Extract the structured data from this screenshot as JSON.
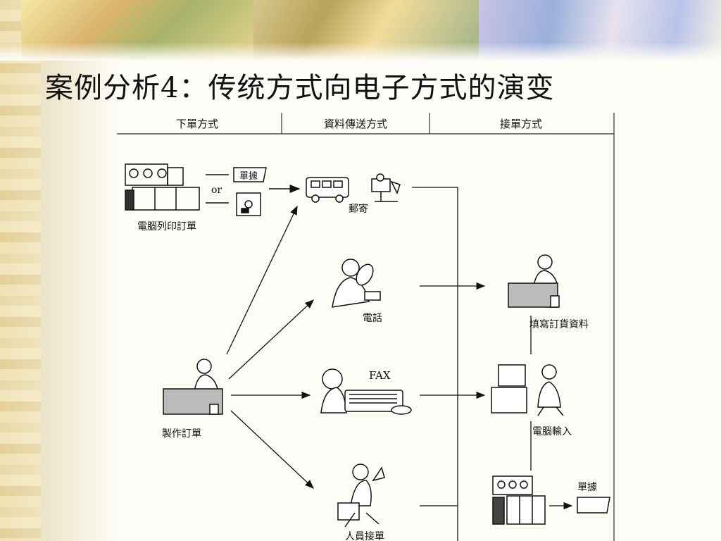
{
  "title": "案例分析4：传统方式向电子方式的演变",
  "columns": [
    "下單方式",
    "資料傳送方式",
    "接單方式"
  ],
  "labels": {
    "computer_print": "電腦列印訂單",
    "order_slip": "單據",
    "or": "or",
    "mail": "郵寄",
    "phone": "電話",
    "fax": "FAX",
    "make_order": "製作訂單",
    "in_person": "人員接單",
    "fill_data": "填寫訂貨資料",
    "computer_input": "電腦輸入",
    "output_slip": "單據"
  }
}
